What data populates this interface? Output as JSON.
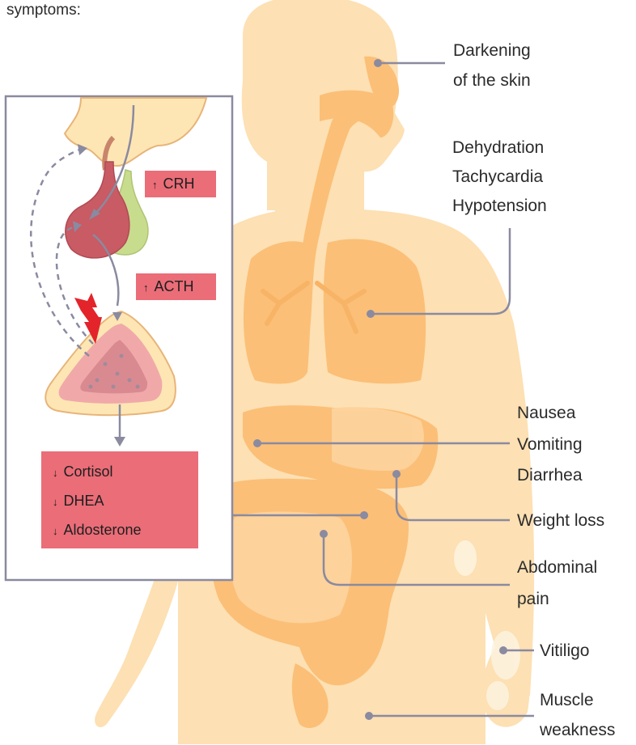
{
  "heading": "symptoms:",
  "labels": {
    "skin": [
      "Darkening",
      "of the skin"
    ],
    "cardio": [
      "Dehydration",
      "Tachycardia",
      "Hypotension"
    ],
    "gi": [
      "Nausea",
      "Vomiting",
      "Diarrhea"
    ],
    "weight": "Weight loss",
    "abdominal": [
      "Abdominal",
      "pain"
    ],
    "vitiligo": "Vitiligo",
    "muscle": [
      "Muscle",
      "weakness"
    ]
  },
  "hormones": {
    "crh": "CRH",
    "acth": "ACTH",
    "arrow_up": "↑",
    "arrow_down": "↓",
    "adrenal_outputs": [
      "Cortisol",
      "DHEA",
      "Aldosterone"
    ]
  },
  "colors": {
    "body_light": "#fde0b3",
    "organ": "#fbbf77",
    "tag_red": "#ea6d78",
    "leader_line": "#8a8aa0"
  }
}
